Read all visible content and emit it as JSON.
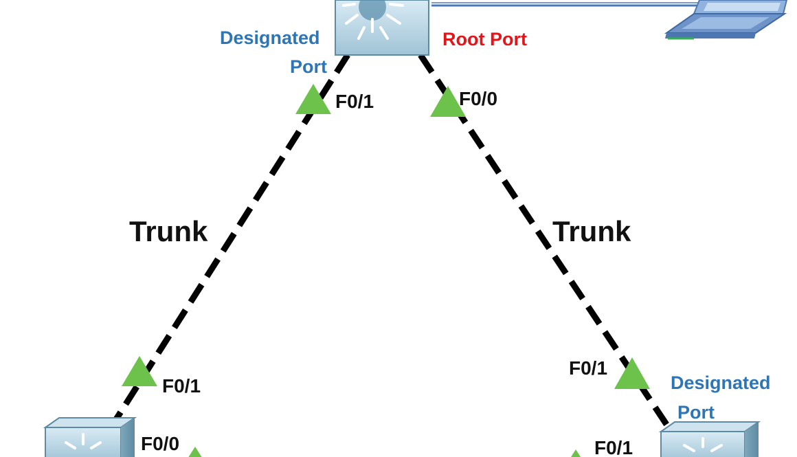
{
  "colors": {
    "designated": "#2e75b6",
    "root": "#e3141a",
    "port_triangle": "#6cc24a",
    "trunk_line": "#000000",
    "switch_face": "#8fb9cf",
    "laptop": "#5b7fb3"
  },
  "icons": {
    "switch": "multilayer-switch-icon",
    "laptop": "laptop-icon",
    "port_state": "triangle-forwarding-icon"
  },
  "diagram": {
    "nodes": [
      {
        "id": "top-switch",
        "icon": "multilayer-switch-icon"
      },
      {
        "id": "left-switch",
        "icon": "multilayer-switch-icon"
      },
      {
        "id": "right-switch",
        "icon": "multilayer-switch-icon"
      },
      {
        "id": "laptop",
        "icon": "laptop-icon"
      }
    ],
    "links": [
      {
        "from": "top-switch",
        "to": "left-switch",
        "label": "Trunk",
        "style": "dashed"
      },
      {
        "from": "top-switch",
        "to": "right-switch",
        "label": "Trunk",
        "style": "dashed"
      },
      {
        "from": "top-switch",
        "to": "laptop",
        "style": "solid"
      }
    ],
    "labels": {
      "top_left_role_line1": "Designated",
      "top_left_role_line2": "Port",
      "top_right_role": "Root Port",
      "right_role_line1": "Designated",
      "right_role_line2": "Port",
      "trunk_left": "Trunk",
      "trunk_right": "Trunk",
      "top_left_port": "F0/1",
      "top_right_port": "F0/0",
      "left_upper_port": "F0/1",
      "left_lower_port": "F0/0",
      "right_upper_port": "F0/1",
      "right_lower_port": "F0/1"
    }
  }
}
